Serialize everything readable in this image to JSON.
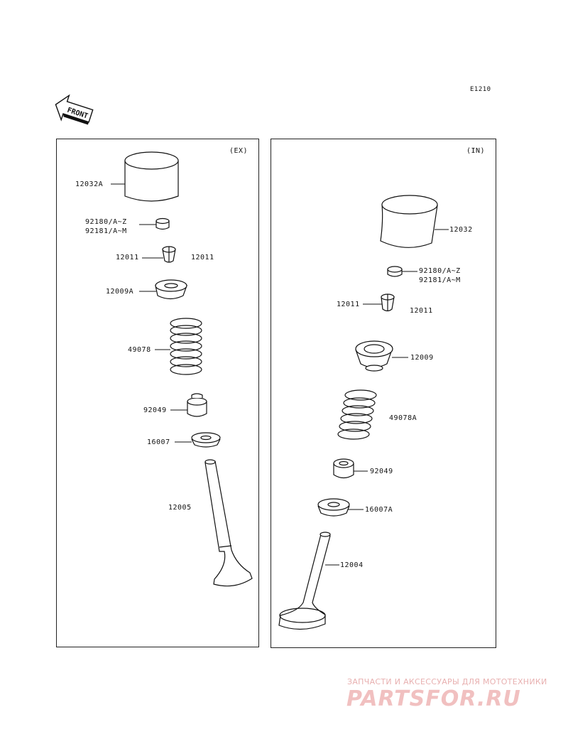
{
  "diagram_code": "E1210",
  "front_arrow_label": "FRONT",
  "panels": {
    "left": {
      "title": "(EX)"
    },
    "right": {
      "title": "(IN)"
    }
  },
  "labels": {
    "ex": {
      "bucket": "12032A",
      "shim_a": "92180/A~Z",
      "shim_b": "92181/A~M",
      "cotter_left": "12011",
      "cotter_right": "12011",
      "retainer": "12009A",
      "spring": "49078",
      "seal": "92049",
      "seat": "16007",
      "valve": "12005"
    },
    "in": {
      "bucket": "12032",
      "shim_a": "92180/A~Z",
      "shim_b": "92181/A~M",
      "cotter_left": "12011",
      "cotter_right": "12011",
      "retainer": "12009",
      "spring": "49078A",
      "seal": "92049",
      "seat": "16007A",
      "valve": "12004"
    }
  },
  "watermark": {
    "tagline": "ЗАПЧАСТИ И АКСЕССУАРЫ ДЛЯ МОТОТЕХНИКИ",
    "logo": "PARTSFOR.RU"
  }
}
